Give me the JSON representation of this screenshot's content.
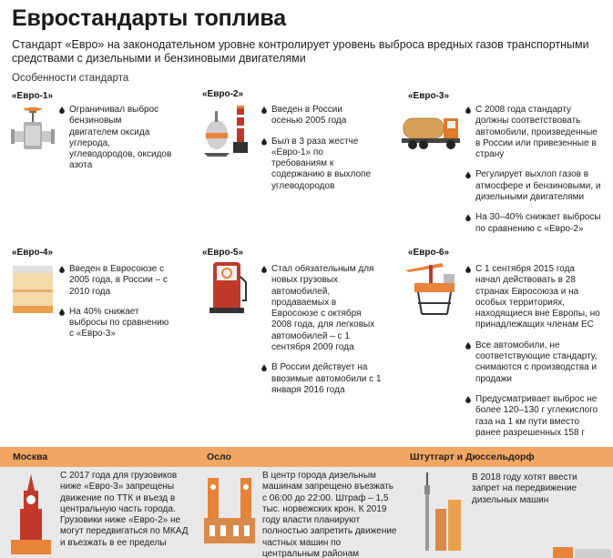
{
  "title": "Евростандарты топлива",
  "intro": "Стандарт «Евро» на законодательном уровне контролирует уровень выброса вредных газов транспортными средствами с дизельными и бензиновыми двигателями",
  "features_label": "Особенности стандарта",
  "standards": [
    {
      "label": "«Евро-1»",
      "icon": "valve-icon",
      "items": [
        "Ограничивал выброс бензиновым двигателем оксида углерода, углеводородов, оксидов азота"
      ]
    },
    {
      "label": "«Евро-2»",
      "icon": "refinery-icon",
      "items": [
        "Введен в России осенью 2005 года",
        "Был в 3 раза жестче «Евро-1» по требованиям к содержанию в выхлопе углеводородов"
      ]
    },
    {
      "label": "«Евро-3»",
      "icon": "fuel-truck-icon",
      "items": [
        "С 2008 года стандарту должны соответствовать автомобили, произведенные в России или привезенные в страну",
        "Регулирует выхлоп газов в атмосфере и бензиновыми, и дизельными двигателями",
        "На 30–40% снижает выбросы по сравнению с «Евро-2»"
      ]
    },
    {
      "label": "«Евро-4»",
      "icon": "oil-tank-icon",
      "items": [
        "Введен в Евросоюзе с 2005 года, в России – с 2010 года",
        "На 40% снижает выбросы по сравнению с «Евро-3»"
      ]
    },
    {
      "label": "«Евро-5»",
      "icon": "fuel-pump-icon",
      "items": [
        "Стал обязательным для новых грузовых автомобилей, продаваемых в Евросоюзе с октября 2008 года, для легковых автомобилей – с 1 сентября 2009 года",
        "В России действует на ввозимые автомобили с 1 января 2016 года"
      ]
    },
    {
      "label": "«Евро-6»",
      "icon": "oil-platform-icon",
      "items": [
        "С 1 сентября 2015 года начал действовать в 28 странах Евросоюза и на особых территориях, находящиеся вне Европы, но принадлежащих членам ЕС",
        "Все автомобили, не соответствующие стандарту, снимаются с производства и продажи",
        "Предусматривает выброс не более 120–130 г углекислого газа на 1 км пути вместо ранее разрешенных 158 г"
      ]
    }
  ],
  "cities": [
    {
      "name": "Москва",
      "icon": "kremlin-tower-icon",
      "text": "С 2017 года для грузовиков ниже «Евро-3» запрещены движение по ТТК и въезд в центральную часть города. Грузовики ниже «Евро-2» не могут передвигаться по МКАД и въезжать в ее пределы"
    },
    {
      "name": "Осло",
      "icon": "city-hall-icon",
      "text": "В центр города дизельным машинам запрещено въезжать с 06:00 до 22:00. Штраф – 1,5 тыс. норвежских крон. К 2019 году власти планируют полностью запретить движение частных машин по центральным районам"
    },
    {
      "name": "Штутгарт и Дюссельдорф",
      "icon": "tv-tower-icon",
      "text": "В 2018 году хотят ввести запрет на передвижение дизельных машин"
    }
  ],
  "colors": {
    "accent": "#f2a663",
    "bottom_bg": "#e8e8e8",
    "orange": "#e8833a"
  }
}
